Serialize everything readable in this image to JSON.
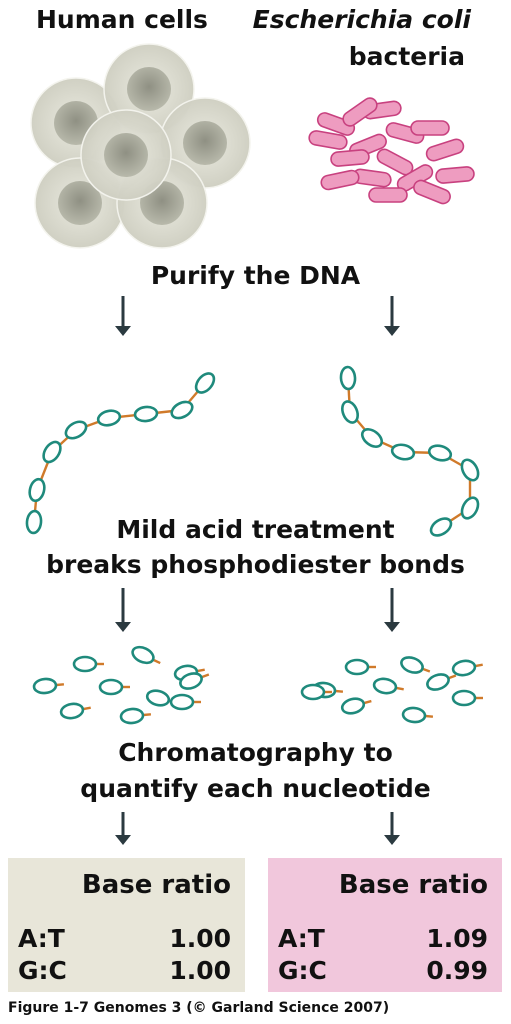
{
  "header": {
    "left_title": "Human cells",
    "right_title_italic": "Escherichia coli",
    "right_title_plain": "bacteria"
  },
  "steps": {
    "purify": "Purify the DNA",
    "acid_line1": "Mild acid treatment",
    "acid_line2": "breaks phosphodiester bonds",
    "chrom_line1": "Chromatography to",
    "chrom_line2": "quantify each nucleotide"
  },
  "results": {
    "human": {
      "title": "Base ratio",
      "rows": [
        {
          "label": "A:T",
          "value": "1.00"
        },
        {
          "label": "G:C",
          "value": "1.00"
        }
      ]
    },
    "ecoli": {
      "title": "Base ratio",
      "rows": [
        {
          "label": "A:T",
          "value": "1.09"
        },
        {
          "label": "G:C",
          "value": "0.99"
        }
      ]
    }
  },
  "caption": "Figure 1-7  Genomes 3 (© Garland Science 2007)",
  "colors": {
    "human_box": "#e8e6d9",
    "ecoli_box": "#f1c7dc",
    "cell_outer": "#dcdcd0",
    "cell_nucleus": "#a9aa9c",
    "bacterium_fill": "#ee9cc0",
    "bacterium_stroke": "#c8417f",
    "nucleotide": "#1f8a7c",
    "bond": "#d07a2a",
    "arrow": "#2b3a40"
  }
}
